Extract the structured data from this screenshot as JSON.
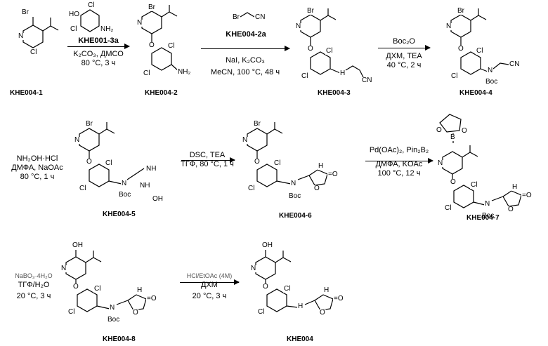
{
  "compounds": {
    "khe004_1": "KHE004-1",
    "khe004_2": "KHE004-2",
    "khe004_3": "KHE004-3",
    "khe004_4": "KHE004-4",
    "khe004_5": "KHE004-5",
    "khe004_6": "KHE004-6",
    "khe004_7": "KHE004-7",
    "khe004_8": "KHE004-8",
    "khe004": "KHE004"
  },
  "steps": {
    "s1": {
      "reagent_label": "KHE001-3a",
      "line1": "K₂CO₃, ДМСО",
      "line2": "80 °C, 3 ч"
    },
    "s2": {
      "reagent_label": "KHE004-2a",
      "line1": "NaI, K₂CO₃",
      "line2": "MeCN, 100 °C, 48 ч"
    },
    "s3": {
      "reagent": "Boc₂O",
      "line1": "ДХМ, TEA",
      "line2": "40 °C, 2 ч"
    },
    "s4": {
      "line0": "NH₂OH·HCl",
      "line1": "ДМФА, NaOAc",
      "line2": "80 °C, 1 ч"
    },
    "s5": {
      "line0": "DSC, TEA",
      "line1": "ТГФ, 80 °C, 1 ч"
    },
    "s6": {
      "line0": "Pd(OAc)₂, Pin₂B₂",
      "line1": "ДМФА, KOAc",
      "line2": "100 °C, 12 ч"
    },
    "s7": {
      "line0": "NaBO₃·4H₂O",
      "line1": "ТГФ/H₂O",
      "line2": "20 °C, 3 ч"
    },
    "s8": {
      "line0": "HCl/EtOAc (4M)",
      "line1": "ДХМ",
      "line2": "20 °C, 3 ч"
    }
  },
  "atoms": {
    "br": "Br",
    "cl": "Cl",
    "n": "N",
    "o": "O",
    "nh2": "NH₂",
    "ho": "HO",
    "boc": "Boc",
    "cn": "CN",
    "h": "H",
    "nh": "NH",
    "oh": "OH",
    "b": "B",
    "dbl_o": "=O"
  }
}
